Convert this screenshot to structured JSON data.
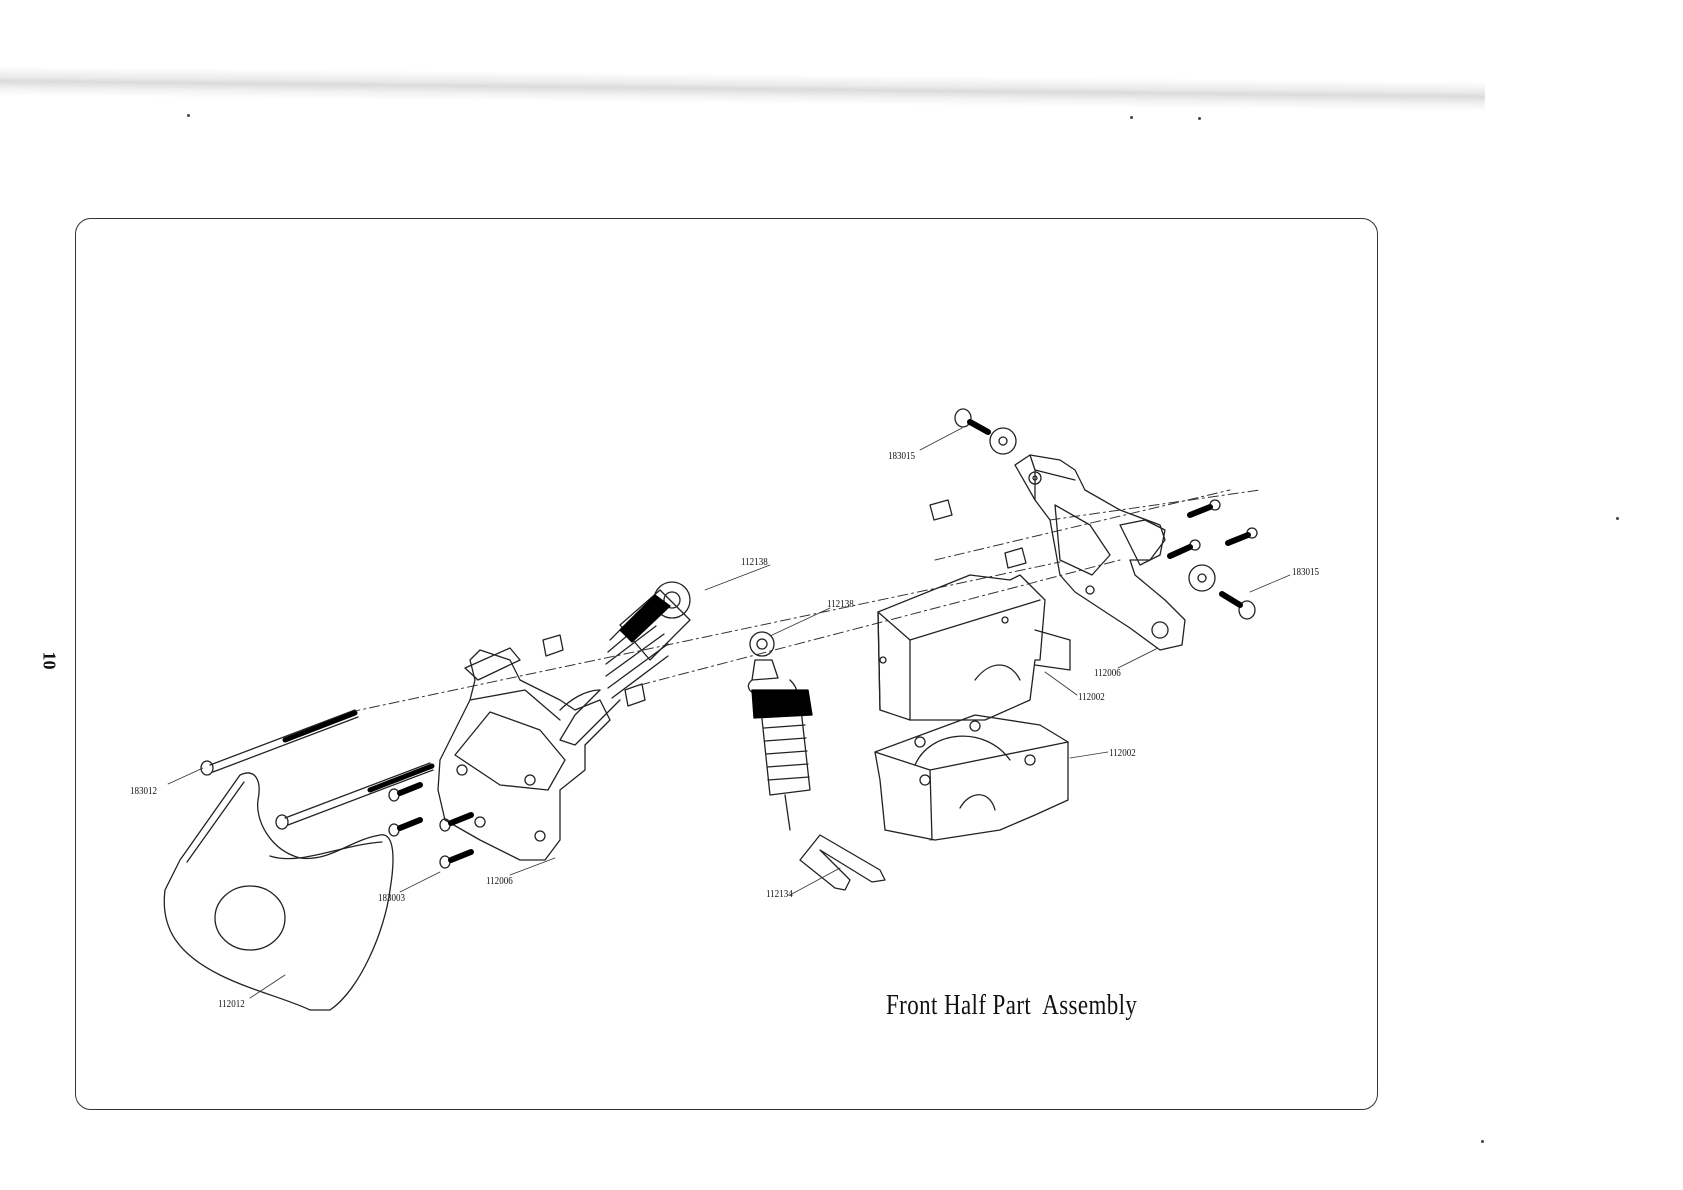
{
  "page_number": "10",
  "title": "Front Half Part  Assembly",
  "part_labels": [
    {
      "id": "183015_top",
      "text": "183015"
    },
    {
      "id": "112138_a",
      "text": "112138"
    },
    {
      "id": "112138_b",
      "text": "112138"
    },
    {
      "id": "183015_right",
      "text": "183015"
    },
    {
      "id": "112006_right",
      "text": "112006"
    },
    {
      "id": "112002_upper",
      "text": "112002"
    },
    {
      "id": "112002_lower",
      "text": "112002"
    },
    {
      "id": "183012",
      "text": "183012"
    },
    {
      "id": "183003",
      "text": "183003"
    },
    {
      "id": "112006_left",
      "text": "112006"
    },
    {
      "id": "112134",
      "text": "112134"
    },
    {
      "id": "112012",
      "text": "112012"
    }
  ]
}
